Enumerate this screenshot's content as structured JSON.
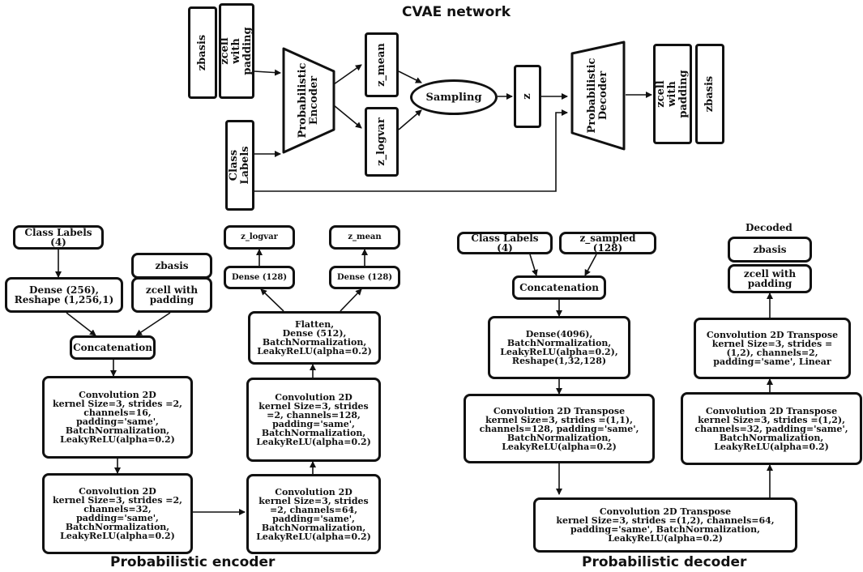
{
  "title": "CVAE network",
  "top": {
    "zbasis": "zbasis",
    "zcell_padding": "zcell with\npadding",
    "class_labels": "Class Labels",
    "encoder": "Probabilistic\nEncoder",
    "z_mean": "z_mean",
    "z_logvar": "z_logvar",
    "sampling": "Sampling",
    "z": "z",
    "decoder": "Probabilistic\nDecoder",
    "out_zcell": "zcell with\npadding",
    "out_zbasis": "zbasis"
  },
  "encoder": {
    "caption": "Probabilistic encoder",
    "class_labels": "Class Labels (4)",
    "zbasis": "zbasis",
    "zcell": "zcell with\npadding",
    "dense_reshape": "Dense (256),\nReshape (1,256,1)",
    "concat": "Concatenation",
    "conv1": "Convolution 2D\nkernel Size=3, strides =2,\nchannels=16,\npadding='same',\nBatchNormalization,\nLeakyReLU(alpha=0.2)",
    "conv2": "Convolution 2D\nkernel Size=3, strides =2,\nchannels=32,\npadding='same',\nBatchNormalization,\nLeakyReLU(alpha=0.2)",
    "conv3": "Convolution 2D\nkernel Size=3, strides\n=2, channels=64,\npadding='same',\nBatchNormalization,\nLeakyReLU(alpha=0.2)",
    "conv4": "Convolution 2D\nkernel Size=3, strides\n=2, channels=128,\npadding='same',\nBatchNormalization,\nLeakyReLU(alpha=0.2)",
    "flatten": "Flatten,\nDense (512),\nBatchNormalization,\nLeakyReLU(alpha=0.2)",
    "dense_logvar": "Dense (128)",
    "dense_mean": "Dense (128)",
    "z_logvar": "z_logvar",
    "z_mean": "z_mean"
  },
  "decoder": {
    "caption": "Probabilistic decoder",
    "class_labels": "Class Labels (4)",
    "z_sampled": "z_sampled (128)",
    "concat": "Concatenation",
    "dense": "Dense(4096),\nBatchNormalization,\nLeakyReLU(alpha=0.2),\nReshape(1,32,128)",
    "tconv1": "Convolution 2D Transpose\nkernel Size=3, strides =(1,1),\nchannels=128, padding='same',\nBatchNormalization,\nLeakyReLU(alpha=0.2)",
    "tconv2": "Convolution 2D Transpose\nkernel Size=3, strides =(1,2), channels=64,\npadding='same', BatchNormalization,\nLeakyReLU(alpha=0.2)",
    "tconv3": "Convolution 2D Transpose\nkernel Size=3, strides =(1,2),\nchannels=32, padding='same',\nBatchNormalization,\nLeakyReLU(alpha=0.2)",
    "tconv4": "Convolution 2D Transpose\nkernel Size=3, strides =\n(1,2), channels=2,\npadding='same', Linear",
    "decoded": "Decoded",
    "zbasis": "zbasis",
    "zcell": "zcell with\npadding"
  }
}
